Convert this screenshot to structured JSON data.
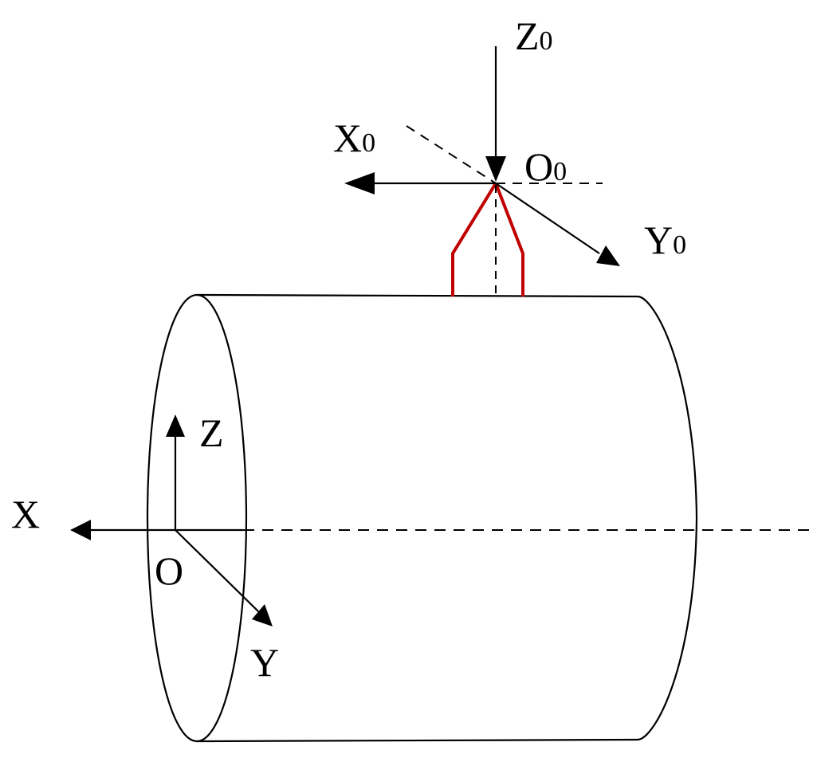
{
  "colors": {
    "line": "#000000",
    "tool_outline": "#c00000",
    "background": "#ffffff"
  },
  "labels": {
    "z0": {
      "main": "Z",
      "sub": "0"
    },
    "x0": {
      "main": "X",
      "sub": "0"
    },
    "o0": {
      "main": "O",
      "sub": "0"
    },
    "y0": {
      "main": "Y",
      "sub": "0"
    },
    "z": "Z",
    "x": "X",
    "o": "O",
    "y": "Y"
  }
}
